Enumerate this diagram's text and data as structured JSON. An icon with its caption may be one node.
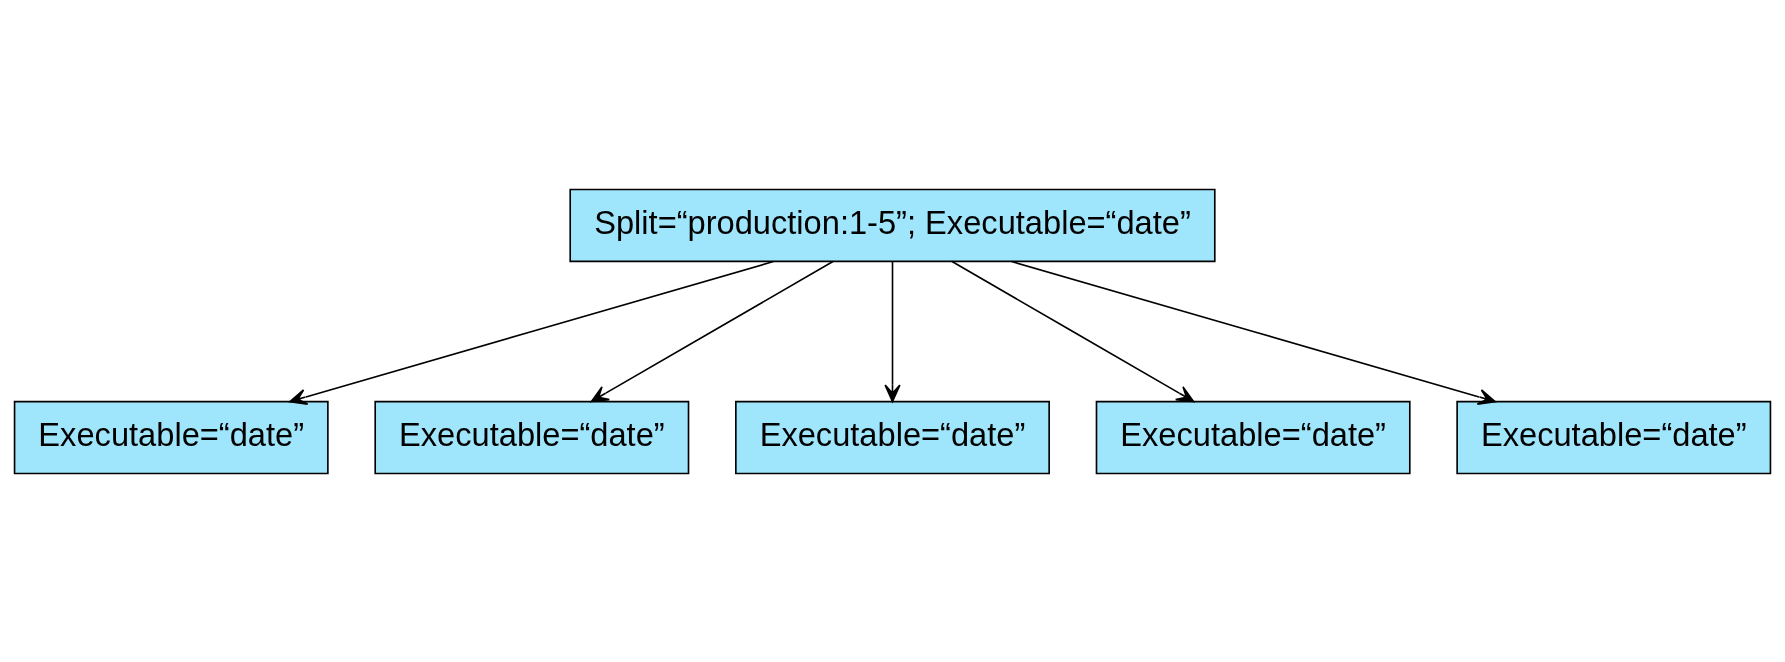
{
  "diagram": {
    "nodes": [
      {
        "text": [
          "Split=“production:1-5”; Executable=“date”"
        ]
      },
      {
        "text": [
          "Executable=“date”"
        ]
      },
      {
        "text": [
          "Executable=“date”"
        ]
      },
      {
        "text": [
          "Executable=“date”"
        ]
      },
      {
        "text": [
          "Executable=“date”"
        ]
      },
      {
        "text": [
          "Executable=“date”"
        ]
      }
    ],
    "edges": [
      {
        "from": 0,
        "to": 1,
        "arrow": "to"
      },
      {
        "from": 0,
        "to": 2,
        "arrow": "to"
      },
      {
        "from": 0,
        "to": 3,
        "arrow": "to"
      },
      {
        "from": 0,
        "to": 4,
        "arrow": "to"
      },
      {
        "from": 0,
        "to": 5,
        "arrow": "to"
      }
    ]
  }
}
